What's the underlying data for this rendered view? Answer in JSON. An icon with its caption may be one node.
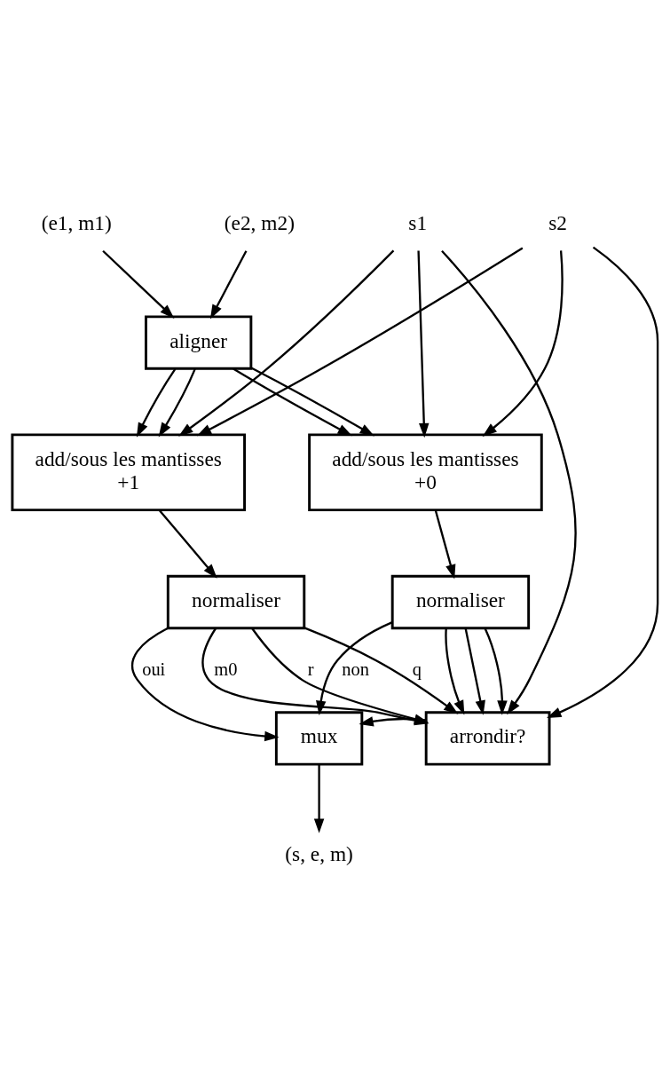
{
  "diagram": {
    "nodes": [
      {
        "text": [
          "(e1, m1)"
        ]
      },
      {
        "text": [
          "(e2, m2)"
        ]
      },
      {
        "text": [
          "s1"
        ]
      },
      {
        "text": [
          "s2"
        ]
      },
      {
        "text": [
          "aligner"
        ]
      },
      {
        "text": [
          "add/sous les mantisses",
          "+1"
        ]
      },
      {
        "text": [
          "add/sous les mantisses",
          "+0"
        ]
      },
      {
        "text": [
          "normaliser"
        ]
      },
      {
        "text": [
          "normaliser"
        ]
      },
      {
        "text": [
          "mux"
        ]
      },
      {
        "text": [
          "arrondir?"
        ]
      },
      {
        "text": [
          "(s, e, m)"
        ]
      }
    ],
    "edges": [
      {
        "from": 0,
        "to": 4,
        "arrow": "to"
      },
      {
        "from": 1,
        "to": 4,
        "arrow": "to"
      },
      {
        "from": 4,
        "to": 5,
        "arrow": "to"
      },
      {
        "from": 4,
        "to": 5,
        "arrow": "to"
      },
      {
        "from": 4,
        "to": 6,
        "arrow": "to"
      },
      {
        "from": 4,
        "to": 6,
        "arrow": "to"
      },
      {
        "from": 2,
        "to": 5,
        "arrow": "to"
      },
      {
        "from": 3,
        "to": 5,
        "arrow": "to"
      },
      {
        "from": 2,
        "to": 6,
        "arrow": "to"
      },
      {
        "from": 3,
        "to": 6,
        "arrow": "to"
      },
      {
        "from": 5,
        "to": 7,
        "arrow": "to"
      },
      {
        "from": 6,
        "to": 8,
        "arrow": "to"
      },
      {
        "from": 7,
        "to": 10,
        "label": "m0",
        "arrow": "to"
      },
      {
        "from": 7,
        "to": 10,
        "label": "r",
        "arrow": "to"
      },
      {
        "from": 7,
        "to": 10,
        "label": "q",
        "arrow": "to"
      },
      {
        "from": 8,
        "to": 10,
        "arrow": "to"
      },
      {
        "from": 8,
        "to": 10,
        "arrow": "to"
      },
      {
        "from": 8,
        "to": 10,
        "arrow": "to"
      },
      {
        "from": 2,
        "to": 10,
        "arrow": "to"
      },
      {
        "from": 3,
        "to": 10,
        "arrow": "to"
      },
      {
        "from": 7,
        "to": 9,
        "label": "oui",
        "arrow": "to"
      },
      {
        "from": 8,
        "to": 9,
        "label": "non",
        "arrow": "to"
      },
      {
        "from": 10,
        "to": 9,
        "arrow": "to"
      },
      {
        "from": 9,
        "to": 11,
        "arrow": "to"
      }
    ]
  }
}
